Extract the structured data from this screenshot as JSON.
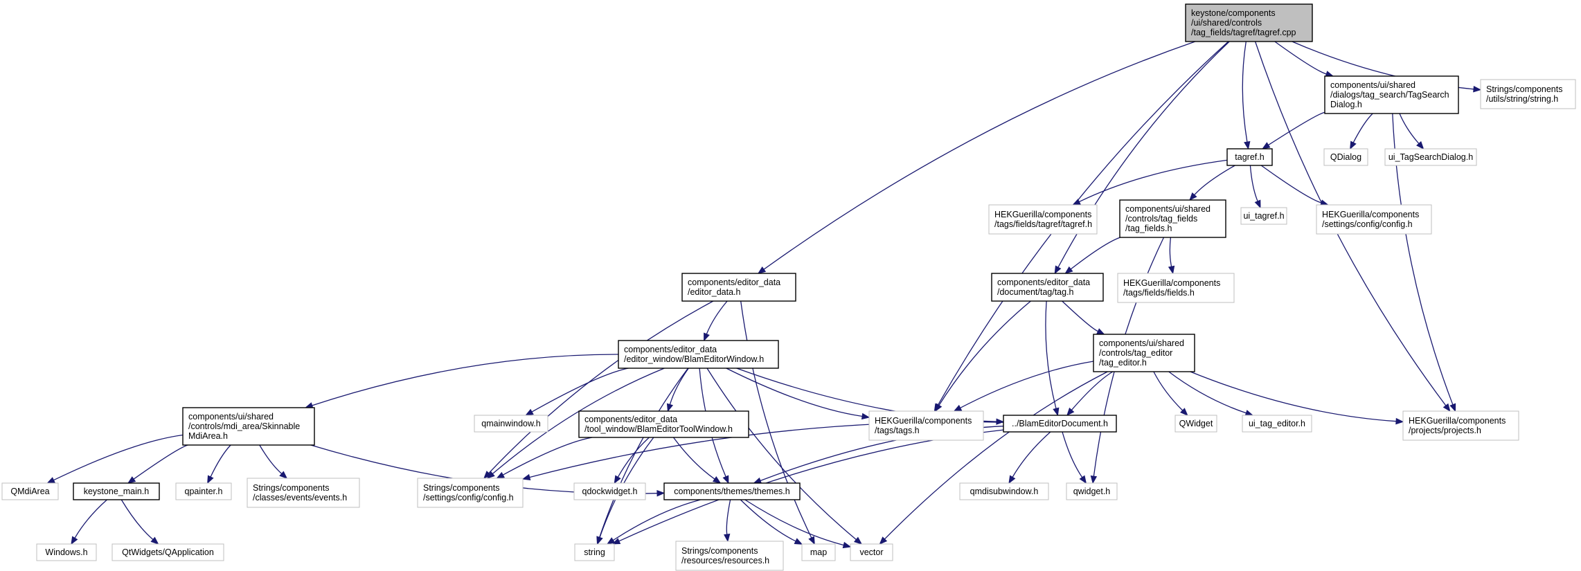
{
  "diagram": {
    "type": "include-dependency-graph",
    "colors": {
      "edge": "#191970",
      "root_fill": "#bfbfbf",
      "external_border": "#bfbfbf",
      "node_border": "#000000"
    },
    "nodes": [
      {
        "id": "n_root",
        "lines": [
          "keystone/components",
          "/ui/shared/controls",
          "/tag_fields/tagref/tagref.cpp"
        ],
        "kind": "root"
      },
      {
        "id": "n_tagsearch",
        "lines": [
          "components/ui/shared",
          "/dialogs/tag_search/TagSearch",
          "Dialog.h"
        ],
        "kind": "internal"
      },
      {
        "id": "n_stringh",
        "lines": [
          "Strings/components",
          "/utils/string/string.h"
        ],
        "kind": "external"
      },
      {
        "id": "n_tagref",
        "lines": [
          "tagref.h"
        ],
        "kind": "internal"
      },
      {
        "id": "n_qdialog",
        "lines": [
          "QDialog"
        ],
        "kind": "external"
      },
      {
        "id": "n_uitagsearch",
        "lines": [
          "ui_TagSearchDialog.h"
        ],
        "kind": "external"
      },
      {
        "id": "n_hektagref",
        "lines": [
          "HEKGuerilla/components",
          "/tags/fields/tagref/tagref.h"
        ],
        "kind": "external"
      },
      {
        "id": "n_tagfields",
        "lines": [
          "components/ui/shared",
          "/controls/tag_fields",
          "/tag_fields.h"
        ],
        "kind": "internal"
      },
      {
        "id": "n_uitagref",
        "lines": [
          "ui_tagref.h"
        ],
        "kind": "external"
      },
      {
        "id": "n_hekconfig",
        "lines": [
          "HEKGuerilla/components",
          "/settings/config/config.h"
        ],
        "kind": "external"
      },
      {
        "id": "n_editordata",
        "lines": [
          "components/editor_data",
          "/editor_data.h"
        ],
        "kind": "internal"
      },
      {
        "id": "n_tagh",
        "lines": [
          "components/editor_data",
          "/document/tag/tag.h"
        ],
        "kind": "internal"
      },
      {
        "id": "n_hekfields",
        "lines": [
          "HEKGuerilla/components",
          "/tags/fields/fields.h"
        ],
        "kind": "external"
      },
      {
        "id": "n_blamwin",
        "lines": [
          "components/editor_data",
          "/editor_window/BlamEditorWindow.h"
        ],
        "kind": "internal"
      },
      {
        "id": "n_tageditor",
        "lines": [
          "components/ui/shared",
          "/controls/tag_editor",
          "/tag_editor.h"
        ],
        "kind": "internal"
      },
      {
        "id": "n_skinnable",
        "lines": [
          "components/ui/shared",
          "/controls/mdi_area/Skinnable",
          "MdiArea.h"
        ],
        "kind": "internal"
      },
      {
        "id": "n_qmainwindow",
        "lines": [
          "qmainwindow.h"
        ],
        "kind": "external"
      },
      {
        "id": "n_toolwin",
        "lines": [
          "components/editor_data",
          "/tool_window/BlamEditorToolWindow.h"
        ],
        "kind": "internal"
      },
      {
        "id": "n_hektags",
        "lines": [
          "HEKGuerilla/components",
          "/tags/tags.h"
        ],
        "kind": "external"
      },
      {
        "id": "n_blamdoc",
        "lines": [
          "../BlamEditorDocument.h"
        ],
        "kind": "internal"
      },
      {
        "id": "n_qwidgetc",
        "lines": [
          "QWidget"
        ],
        "kind": "external"
      },
      {
        "id": "n_uitageditor",
        "lines": [
          "ui_tag_editor.h"
        ],
        "kind": "external"
      },
      {
        "id": "n_hekprojects",
        "lines": [
          "HEKGuerilla/components",
          "/projects/projects.h"
        ],
        "kind": "external"
      },
      {
        "id": "n_qmdiarea",
        "lines": [
          "QMdiArea"
        ],
        "kind": "external"
      },
      {
        "id": "n_keystonemain",
        "lines": [
          "keystone_main.h"
        ],
        "kind": "internal"
      },
      {
        "id": "n_qpainter",
        "lines": [
          "qpainter.h"
        ],
        "kind": "external"
      },
      {
        "id": "n_events",
        "lines": [
          "Strings/components",
          "/classes/events/events.h"
        ],
        "kind": "external"
      },
      {
        "id": "n_strconfig",
        "lines": [
          "Strings/components",
          "/settings/config/config.h"
        ],
        "kind": "external"
      },
      {
        "id": "n_qdockwidget",
        "lines": [
          "qdockwidget.h"
        ],
        "kind": "external"
      },
      {
        "id": "n_themes",
        "lines": [
          "components/themes/themes.h"
        ],
        "kind": "internal"
      },
      {
        "id": "n_qmdisub",
        "lines": [
          "qmdisubwindow.h"
        ],
        "kind": "external"
      },
      {
        "id": "n_qwidgeth",
        "lines": [
          "qwidget.h"
        ],
        "kind": "external"
      },
      {
        "id": "n_windows",
        "lines": [
          "Windows.h"
        ],
        "kind": "external"
      },
      {
        "id": "n_qapp",
        "lines": [
          "QtWidgets/QApplication"
        ],
        "kind": "external"
      },
      {
        "id": "n_string",
        "lines": [
          "string"
        ],
        "kind": "external"
      },
      {
        "id": "n_resources",
        "lines": [
          "Strings/components",
          "/resources/resources.h"
        ],
        "kind": "external"
      },
      {
        "id": "n_map",
        "lines": [
          "map"
        ],
        "kind": "external"
      },
      {
        "id": "n_vector",
        "lines": [
          "vector"
        ],
        "kind": "external"
      }
    ],
    "edges": [
      [
        "n_root",
        "n_tagsearch"
      ],
      [
        "n_root",
        "n_stringh"
      ],
      [
        "n_root",
        "n_tagref"
      ],
      [
        "n_root",
        "n_editordata"
      ],
      [
        "n_root",
        "n_tagh"
      ],
      [
        "n_root",
        "n_hektags"
      ],
      [
        "n_root",
        "n_hekprojects"
      ],
      [
        "n_tagsearch",
        "n_tagref"
      ],
      [
        "n_tagsearch",
        "n_qdialog"
      ],
      [
        "n_tagsearch",
        "n_uitagsearch"
      ],
      [
        "n_tagsearch",
        "n_hekprojects"
      ],
      [
        "n_tagref",
        "n_hektagref"
      ],
      [
        "n_tagref",
        "n_tagfields"
      ],
      [
        "n_tagref",
        "n_uitagref"
      ],
      [
        "n_tagref",
        "n_hekconfig"
      ],
      [
        "n_tagfields",
        "n_tagh"
      ],
      [
        "n_tagfields",
        "n_hekfields"
      ],
      [
        "n_tagfields",
        "n_qwidgeth"
      ],
      [
        "n_editordata",
        "n_blamwin"
      ],
      [
        "n_editordata",
        "n_strconfig"
      ],
      [
        "n_editordata",
        "n_map"
      ],
      [
        "n_tagh",
        "n_tageditor"
      ],
      [
        "n_tagh",
        "n_hektags"
      ],
      [
        "n_tagh",
        "n_blamdoc"
      ],
      [
        "n_blamwin",
        "n_skinnable"
      ],
      [
        "n_blamwin",
        "n_qmainwindow"
      ],
      [
        "n_blamwin",
        "n_toolwin"
      ],
      [
        "n_blamwin",
        "n_hektags"
      ],
      [
        "n_blamwin",
        "n_blamdoc"
      ],
      [
        "n_blamwin",
        "n_strconfig"
      ],
      [
        "n_blamwin",
        "n_themes"
      ],
      [
        "n_blamwin",
        "n_string"
      ],
      [
        "n_blamwin",
        "n_vector"
      ],
      [
        "n_tageditor",
        "n_hektags"
      ],
      [
        "n_tageditor",
        "n_blamdoc"
      ],
      [
        "n_tageditor",
        "n_qwidgetc"
      ],
      [
        "n_tageditor",
        "n_uitageditor"
      ],
      [
        "n_tageditor",
        "n_hekprojects"
      ],
      [
        "n_tageditor",
        "n_vector"
      ],
      [
        "n_skinnable",
        "n_qmdiarea"
      ],
      [
        "n_skinnable",
        "n_keystonemain"
      ],
      [
        "n_skinnable",
        "n_qpainter"
      ],
      [
        "n_skinnable",
        "n_events"
      ],
      [
        "n_skinnable",
        "n_themes"
      ],
      [
        "n_toolwin",
        "n_strconfig"
      ],
      [
        "n_toolwin",
        "n_qdockwidget"
      ],
      [
        "n_toolwin",
        "n_themes"
      ],
      [
        "n_toolwin",
        "n_string"
      ],
      [
        "n_blamdoc",
        "n_strconfig"
      ],
      [
        "n_blamdoc",
        "n_themes"
      ],
      [
        "n_blamdoc",
        "n_qmdisub"
      ],
      [
        "n_blamdoc",
        "n_qwidgeth"
      ],
      [
        "n_blamdoc",
        "n_string"
      ],
      [
        "n_keystonemain",
        "n_windows"
      ],
      [
        "n_keystonemain",
        "n_qapp"
      ],
      [
        "n_themes",
        "n_string"
      ],
      [
        "n_themes",
        "n_resources"
      ],
      [
        "n_themes",
        "n_map"
      ],
      [
        "n_themes",
        "n_vector"
      ]
    ]
  }
}
